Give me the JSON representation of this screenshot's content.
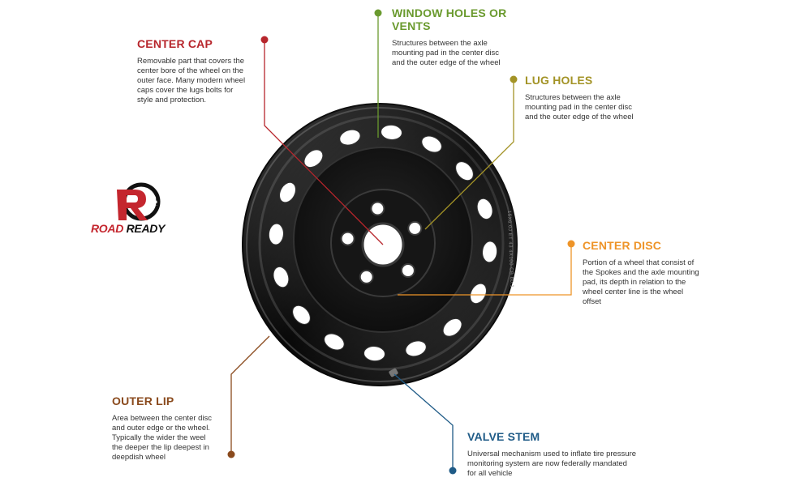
{
  "colors": {
    "center_cap": "#b7262c",
    "window_holes": "#6a9a2e",
    "lug_holes": "#a39326",
    "center_disc": "#ee9428",
    "outer_lip": "#8a4a1d",
    "valve_stem": "#1f5b87",
    "brand_red": "#c4262e",
    "wheel_black": "#111111"
  },
  "logo": {
    "word1": "ROAD",
    "word2": "READY"
  },
  "callouts": {
    "center_cap": {
      "title": "CENTER CAP",
      "lines": [
        "Removable part that covers the",
        "center bore of the wheel on the",
        "outer face. Many modern wheel",
        "caps cover the lugs bolts for",
        "style and protection."
      ]
    },
    "window_holes": {
      "title": "WINDOW HOLES OR VENTS",
      "lines": [
        "Structures between the axle",
        "mounting pad in the center disc",
        "and the outer edge of the wheel"
      ]
    },
    "lug_holes": {
      "title": "LUG HOLES",
      "lines": [
        "Structures between the axle",
        "mounting pad in the center disc",
        "and the outer edge of the wheel"
      ]
    },
    "center_disc": {
      "title": "CENTER DISC",
      "lines": [
        "Portion of a wheel that consist of",
        "the Spokes and the axle mounting",
        "pad, its depth in relation to the",
        "wheel center line is the wheel",
        "offset"
      ]
    },
    "outer_lip": {
      "title": "OUTER LIP",
      "lines": [
        "Area between the center disc",
        "and outer edge or the wheel.",
        "Typically the wider the weel",
        "the deeper the lip deepest in",
        "deepdish wheel"
      ]
    },
    "valve_stem": {
      "title": "VALVE STEM",
      "lines": [
        "Universal mechanism used to inflate tire pressure",
        "monitoring system are now federally mandated",
        "for all vehicle"
      ]
    }
  },
  "rim_marking": "15X6.0J ET 43 4X100 CB 60.1"
}
